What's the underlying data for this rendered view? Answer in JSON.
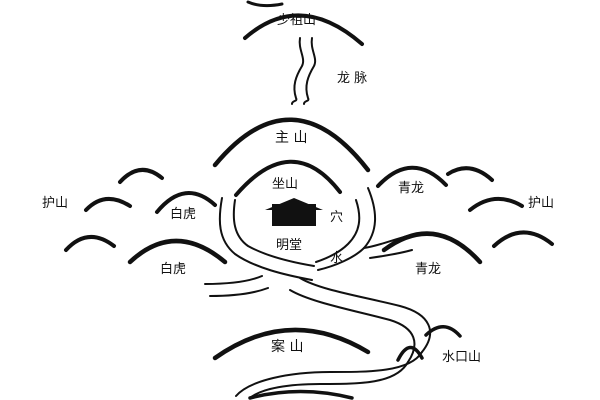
{
  "diagram": {
    "labels": {
      "shaozu_shan": "少祖山",
      "long_mai": "龙 脉",
      "zhu_shan": "主 山",
      "zuo_shan": "坐山",
      "hu_shan_left": "护山",
      "hu_shan_right": "护山",
      "bai_hu_upper": "白虎",
      "bai_hu_lower": "白虎",
      "qing_long_upper": "青龙",
      "qing_long_lower": "青龙",
      "xue": "穴",
      "ming_tang": "明堂",
      "shui": "水",
      "an_shan": "案 山",
      "shui_kou_shan": "水口山"
    },
    "colors": {
      "ink": "#111111",
      "background": "#ffffff"
    }
  }
}
